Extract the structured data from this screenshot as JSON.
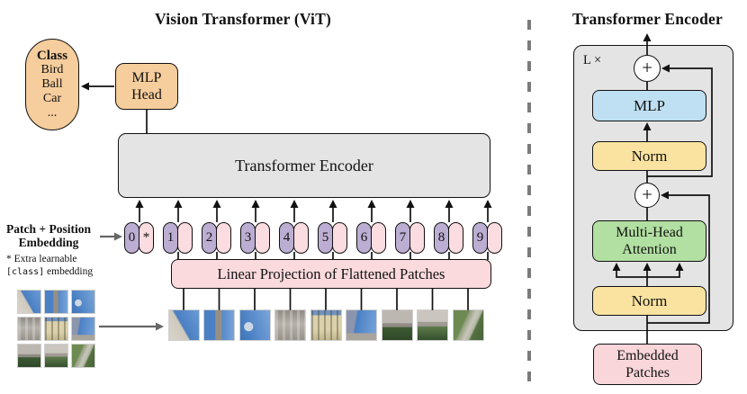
{
  "left": {
    "title": "Vision Transformer (ViT)",
    "class_box": {
      "heading": "Class",
      "items": [
        "Bird",
        "Ball",
        "Car",
        "..."
      ]
    },
    "mlp_head": {
      "line1": "MLP",
      "line2": "Head"
    },
    "encoder_label": "Transformer Encoder",
    "linear_projection_label": "Linear Projection of Flattened Patches",
    "patch_position_label": {
      "line1": "Patch + Position",
      "line2": "Embedding"
    },
    "footnote": {
      "line1": "* Extra learnable",
      "code": "[class]",
      "line2_rest": " embedding"
    },
    "tokens": [
      {
        "n": "0",
        "e": "*"
      },
      {
        "n": "1",
        "e": ""
      },
      {
        "n": "2",
        "e": ""
      },
      {
        "n": "3",
        "e": ""
      },
      {
        "n": "4",
        "e": ""
      },
      {
        "n": "5",
        "e": ""
      },
      {
        "n": "6",
        "e": ""
      },
      {
        "n": "7",
        "e": ""
      },
      {
        "n": "8",
        "e": ""
      },
      {
        "n": "9",
        "e": ""
      }
    ],
    "patches": [
      {
        "desc": "white-building-corner-blue-sky",
        "css": "linear-gradient(60deg, #d9d4cb 0%, #cfc8bd 42%, #4a7fc2 46%, #6b9bd6 100%)"
      },
      {
        "desc": "church-tower-against-sky",
        "css": "linear-gradient(90deg, #4a80c4 0 36%, #958f86 38% 58%, #5688c9 60%, #79a5da 100%)"
      },
      {
        "desc": "sky-with-cloud-and-spire",
        "css": "radial-gradient(circle at 28% 55%, #cdd8e4 0 16%, rgba(0,0,0,0) 18%), linear-gradient(250deg, #7ba6d9 0%, #4c82c5 70%, #3f74b8 100%)"
      },
      {
        "desc": "grey-facade-columns",
        "css": "repeating-linear-gradient(90deg, rgba(255,255,255,0.25) 0 3px, rgba(0,0,0,0) 3px 8px), linear-gradient(180deg, #8f8b84 0%, #b6b2ab 45%, #979289 100%)"
      },
      {
        "desc": "yellow-facade-windows",
        "css": "repeating-linear-gradient(90deg, rgba(60,50,40,0.35) 0 2px, rgba(0,0,0,0) 2px 7px), linear-gradient(180deg, #7292bd 0 15%, #dbd2ab 18% 65%, #c0b68d 100%)"
      },
      {
        "desc": "tower-dome-and-sky",
        "css": "linear-gradient(0deg, #a9a49c 0 22%, rgba(0,0,0,0) 24%), linear-gradient(100deg, #8b95ad 0 30%, #4a80c4 34%, #79a5da 100%)"
      },
      {
        "desc": "building-and-dark-hedge",
        "css": "linear-gradient(180deg, #bcb8b1 0 42%, #8f8b83 45% 55%, #3d5a33 58%, #2e4828 100%)"
      },
      {
        "desc": "building-and-garden",
        "css": "linear-gradient(180deg, #cac6bf 0 38%, #a09b93 40% 52%, #5c7a4b 56%, #34502c 100%)"
      },
      {
        "desc": "trees-and-path",
        "css": "linear-gradient(115deg, #6d8a52 0 35%, #97a183 40%, #c6c7ba 55%, #b4b6a6 65%, #55713f 70%, #48633a 100%)"
      }
    ]
  },
  "right": {
    "title": "Transformer Encoder",
    "loop_label": "L ×",
    "plus": "+",
    "blocks": {
      "mlp": "MLP",
      "norm_top": "Norm",
      "mha_line1": "Multi-Head",
      "mha_line2": "Attention",
      "norm_bottom": "Norm",
      "embedded_line1": "Embedded",
      "embedded_line2": "Patches"
    }
  },
  "colors": {
    "orange": "#F6CD9C",
    "purple": "#BCAED2",
    "pink-pill": "#FBDCE0",
    "pink-lp": "#FBDADD",
    "pink-embed": "#F8D6DA",
    "grey-box": "#E4E4E4",
    "blue": "#BEE0F2",
    "yellow": "#FAE3A0",
    "green": "#B2DFA2"
  }
}
